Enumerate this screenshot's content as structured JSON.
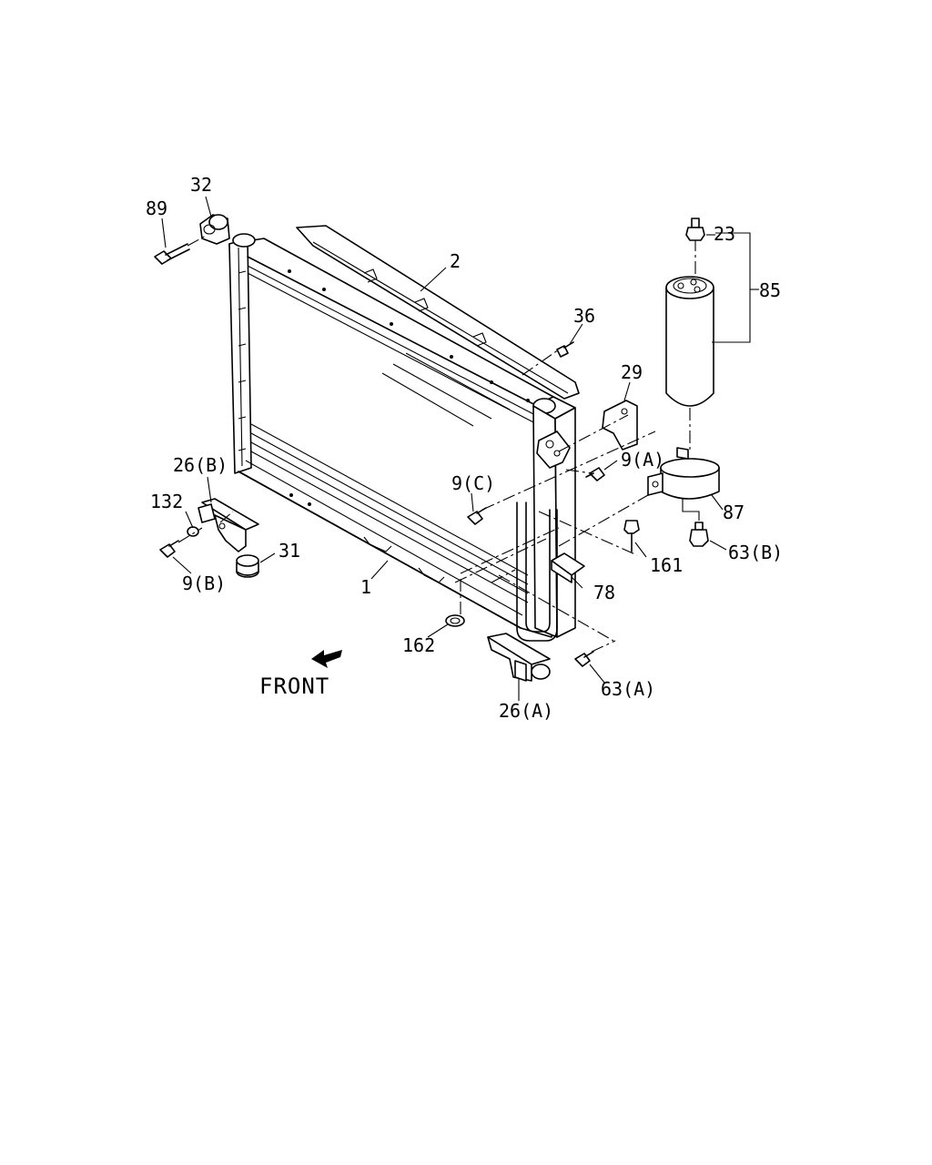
{
  "labels": {
    "p1": "1",
    "p2": "2",
    "p9a": "9(A)",
    "p9b": "9(B)",
    "p9c": "9(C)",
    "p23": "23",
    "p26a": "26(A)",
    "p26b": "26(B)",
    "p29": "29",
    "p31": "31",
    "p32": "32",
    "p36": "36",
    "p63a": "63(A)",
    "p63b": "63(B)",
    "p78": "78",
    "p85": "85",
    "p87": "87",
    "p89": "89",
    "p132": "132",
    "p161": "161",
    "p162": "162",
    "front": "FRONT"
  }
}
